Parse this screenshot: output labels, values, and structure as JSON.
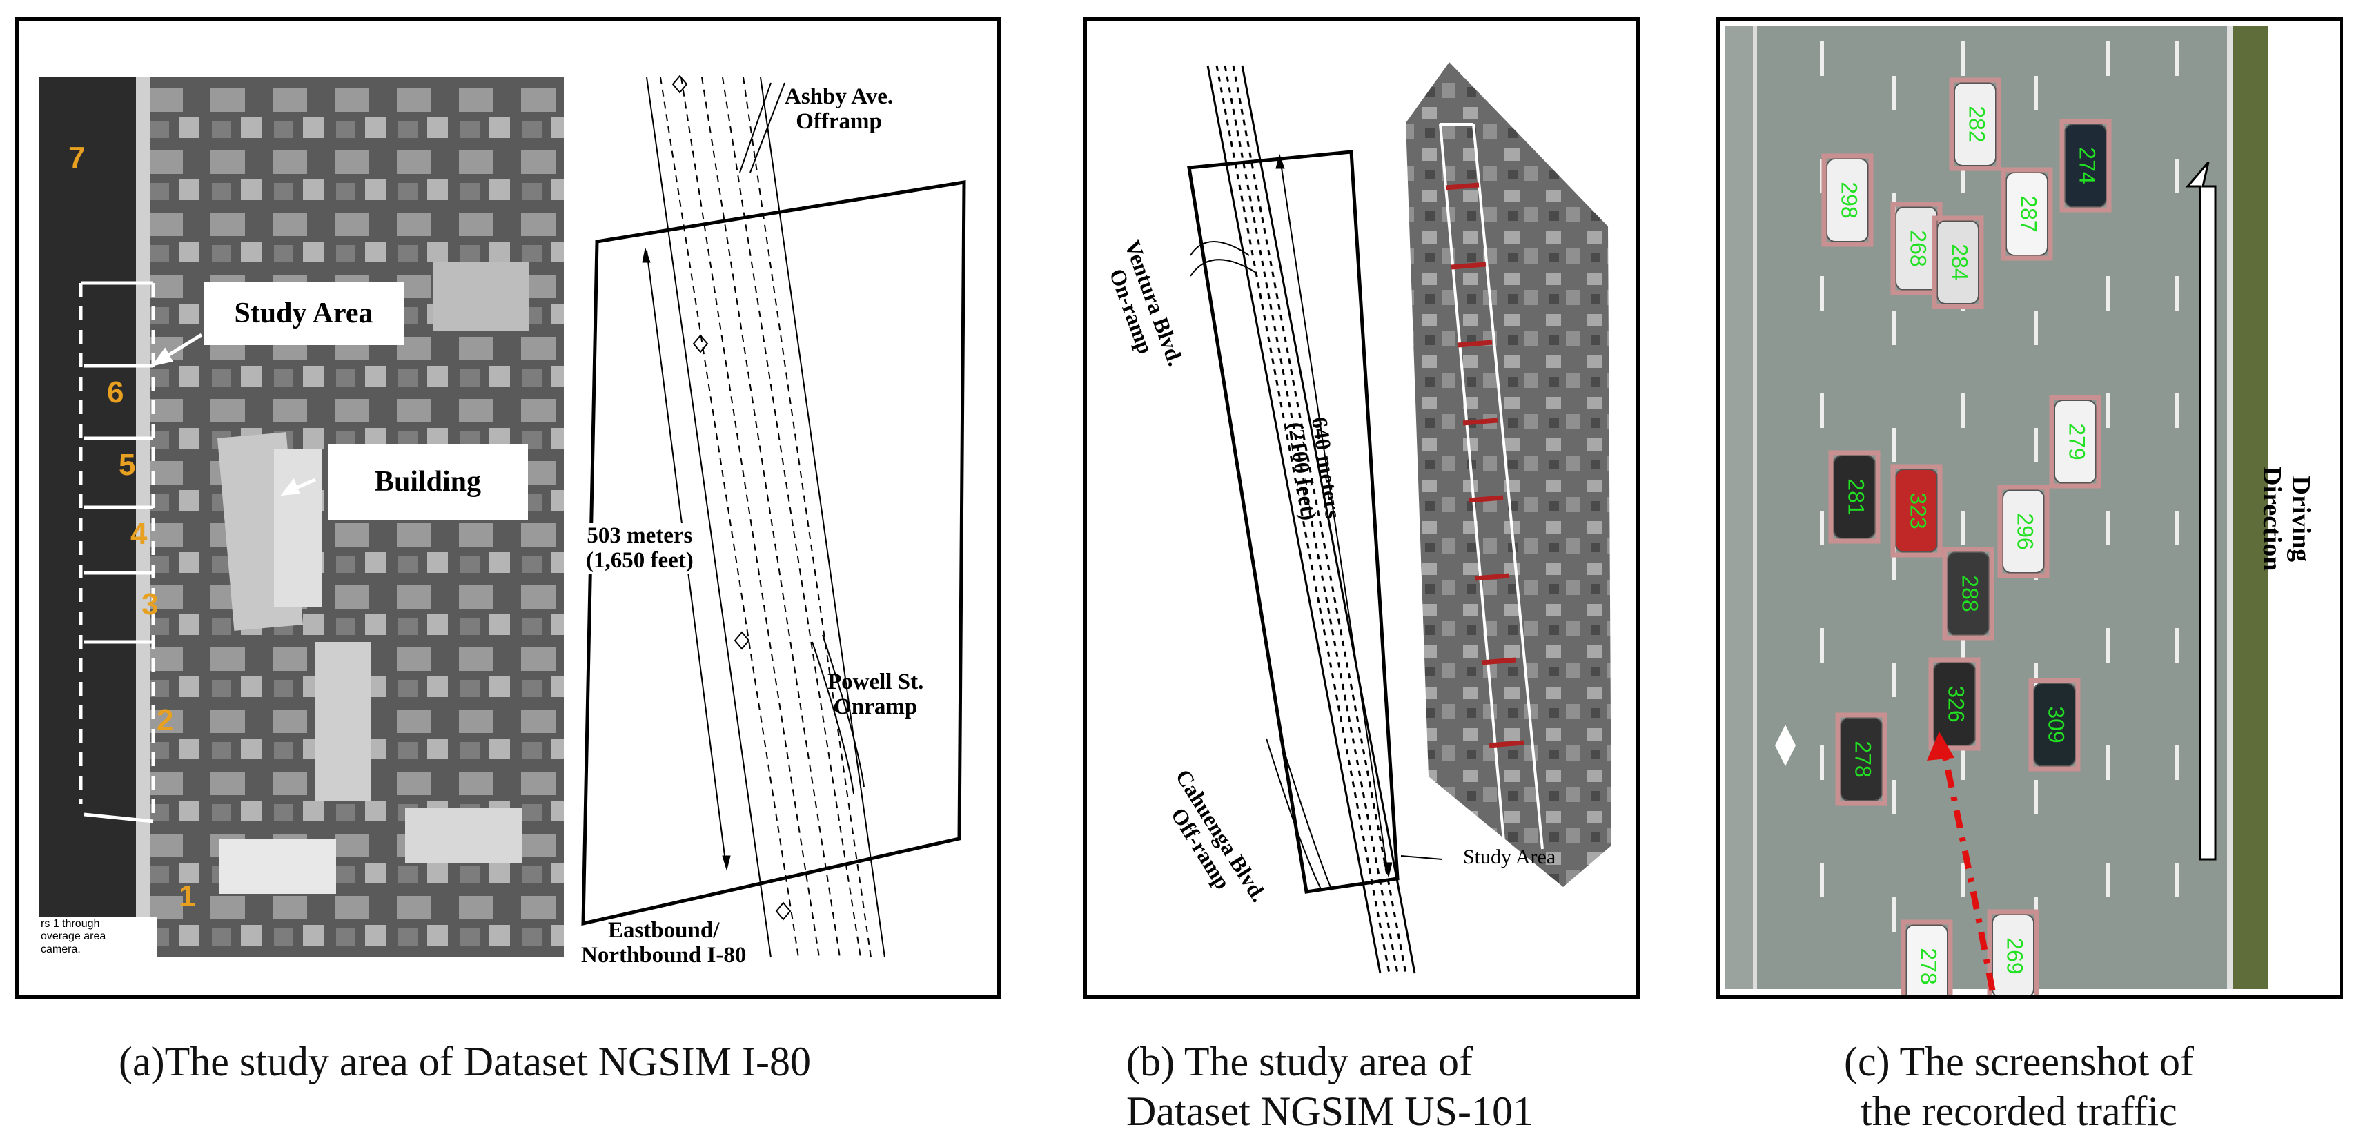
{
  "panel_a": {
    "caption": "(a)The study area of Dataset NGSIM I-80",
    "lane_numbers": [
      "7",
      "6",
      "5",
      "4",
      "3",
      "2",
      "1"
    ],
    "study_area_label": "Study Area",
    "building_label": "Building",
    "camera_note": "rs 1 through\noverage area\ncamera.",
    "ashby_label": "Ashby Ave.\nOfframp",
    "length_label": "503 meters\n(1,650 feet)",
    "powell_label": "Powell St.\nOnramp",
    "i80_label": "Eastbound/\nNorthbound I-80",
    "colors": {
      "lane_number": "#e8a020"
    }
  },
  "panel_b": {
    "caption": "(b) The study area of\nDataset NGSIM US-101",
    "ventura_label": "Ventura Blvd.\nOn-ramp",
    "length_label": "640 meters\n(2100 feet)",
    "cahuenga_label": "Cahuenga Blvd.\nOff-ramp",
    "study_area_label": "Study Area",
    "colors": {
      "marker": "#b02020"
    }
  },
  "panel_c": {
    "caption": "(c) The screenshot of\nthe recorded traffic",
    "direction_label": "Driving\nDirection",
    "vehicle_ids": [
      "282",
      "298",
      "268",
      "287",
      "274",
      "284",
      "279",
      "281",
      "323",
      "296",
      "288",
      "309",
      "278",
      "326",
      "278",
      "269"
    ],
    "colors": {
      "id_text": "#22e022",
      "id_box": "#c89090",
      "trajectory": "#e01010",
      "road": "#8e9892"
    }
  }
}
